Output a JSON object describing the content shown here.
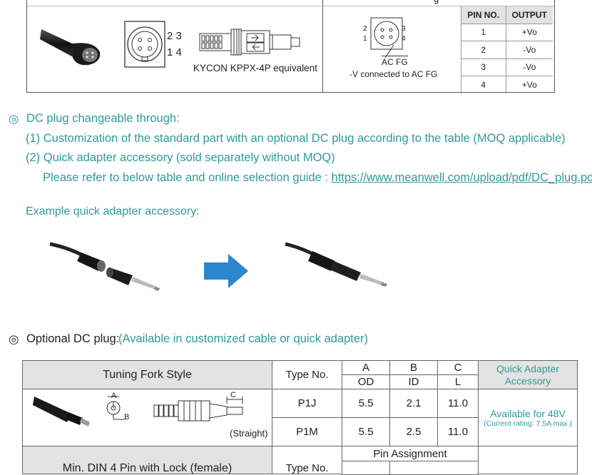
{
  "top_table": {
    "heading_fragment": "g",
    "socket_numbers_top": "2 3",
    "socket_numbers_bottom": "1 4",
    "connector_label": "KYCON  KPPX-4P equivalent",
    "pinout_top_left": "2",
    "pinout_top_right": "3",
    "pinout_bottom_left": "1",
    "pinout_bottom_right": "4",
    "acfg_label": "AC FG",
    "note": "-V connected to AC FG",
    "pin_header": "PIN NO.",
    "output_header": "OUTPUT",
    "pins": [
      {
        "pin": "1",
        "output": "+Vo"
      },
      {
        "pin": "2",
        "output": "-Vo"
      },
      {
        "pin": "3",
        "output": "-Vo"
      },
      {
        "pin": "4",
        "output": "+Vo"
      }
    ]
  },
  "dc_plug_section": {
    "bullet": "◎",
    "heading": "DC plug changeable through:",
    "item1": "(1) Customization of the standard part with an optional DC plug according to the table (MOQ applicable)",
    "item2": "(2) Quick adapter accessory (sold separately without MOQ)",
    "refer_text": "Please refer to below table and online selection guide : ",
    "link": "https://www.meanwell.com/upload/pdf/DC_plug.pdf"
  },
  "example": {
    "label": "Example quick adapter accessory:"
  },
  "optional_section": {
    "bullet": "◎",
    "heading": "Optional DC plug:",
    "note": "(Available in customized cable or quick adapter)"
  },
  "bottom_table": {
    "style_header": "Tuning Fork Style",
    "type_header": "Type No.",
    "col_a": "A",
    "col_b": "B",
    "col_c": "C",
    "col_a_sub": "OD",
    "col_b_sub": "ID",
    "col_c_sub": "L",
    "quick_header": "Quick Adapter Accessory",
    "straight_label": "(Straight)",
    "dim_a": "A",
    "dim_b": "B",
    "dim_c": "C",
    "rows": [
      {
        "type": "P1J",
        "a": "5.5",
        "b": "2.1",
        "c": "11.0"
      },
      {
        "type": "P1M",
        "a": "5.5",
        "b": "2.5",
        "c": "11.0"
      }
    ],
    "availability": "Available for 48V",
    "current_rating": "(Current rating: 7.5A max.)",
    "din_header": "Min. DIN 4 Pin with Lock  (female)",
    "type_header2": "Type No.",
    "pin_assignment": "Pin Assignment"
  },
  "colors": {
    "teal": "#2f9a98",
    "arrow_blue": "#2b86cf",
    "header_gray": "#e3e3e3"
  }
}
